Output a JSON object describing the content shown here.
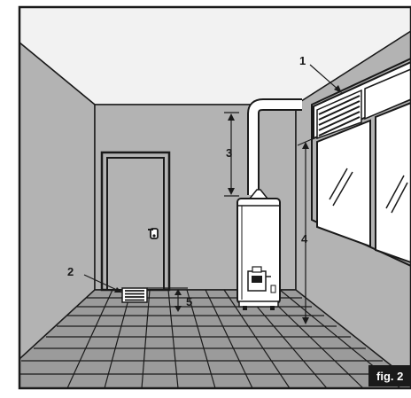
{
  "figure": {
    "callouts": {
      "c1": "1",
      "c2": "2",
      "c3": "3",
      "c4": "4",
      "c5": "5"
    },
    "badge": "fig. 2"
  },
  "colors": {
    "wall": "#b3b3b3",
    "floor": "#9b9b9b",
    "ceiling": "#f2f2f2",
    "glass": "#ffffff",
    "outline": "#1a1a1a",
    "badge_bg": "#1a1a1a",
    "badge_text": "#ffffff"
  }
}
